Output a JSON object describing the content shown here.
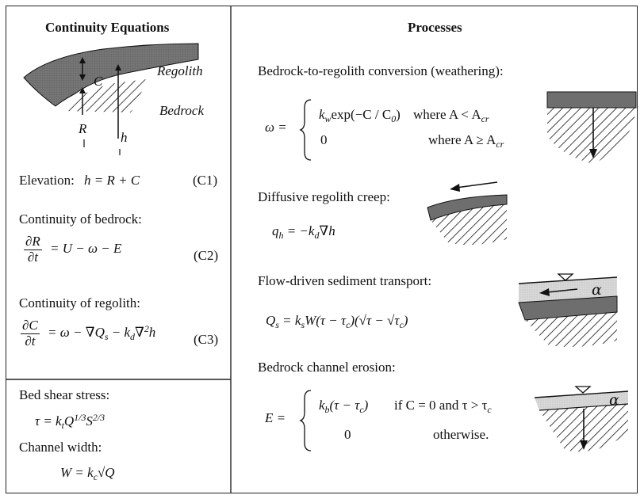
{
  "left_panel": {
    "heading": "Continuity Equations",
    "diagram": {
      "label_regolith": "Regolith",
      "label_bedrock": "Bedrock",
      "label_C": "C",
      "label_R": "R",
      "label_h": "h"
    },
    "elevation": {
      "prefix": "Elevation:",
      "eq": "h = R + C",
      "tag": "(C1)"
    },
    "bedrock": {
      "title": "Continuity of bedrock:",
      "num": "∂R",
      "den": "∂t",
      "rhs": "= U − ω − E",
      "tag": "(C2)"
    },
    "regolith": {
      "title": "Continuity of regolith:",
      "num": "∂C",
      "den": "∂t",
      "rhs": "= ω − ∇Q",
      "rhs_sub": "s",
      "rhs2": " − k",
      "rhs2_sub": "d",
      "rhs3": "∇",
      "rhs3_sup": "2",
      "rhs4": "h",
      "tag": "(C3)"
    }
  },
  "bottom_left": {
    "shear_title": "Bed shear stress:",
    "shear_eq": {
      "a": "τ = k",
      "a_sub": "t",
      "b": "Q",
      "b_sup": "1/3",
      "c": "S",
      "c_sup": "2/3"
    },
    "width_title": "Channel width:",
    "width_eq": {
      "a": "W = k",
      "a_sub": "c",
      "b": "√Q"
    }
  },
  "right_panel": {
    "heading": "Processes",
    "weathering": {
      "title": "Bedrock-to-regolith conversion (weathering):",
      "lhs": "ω =",
      "case1": {
        "a": "k",
        "a_sub": "w",
        "b": "exp(−C / C",
        "b_sub": "0",
        "c": ")",
        "cond": "where  A < A",
        "cond_sub": "cr"
      },
      "case2": {
        "val": "0",
        "cond": "where  A ≥ A",
        "cond_sub": "cr"
      }
    },
    "creep": {
      "title": "Diffusive regolith creep:",
      "a": "q",
      "a_sub": "h",
      "b": " = −k",
      "b_sub": "d",
      "c": "∇h"
    },
    "transport": {
      "title": "Flow-driven sediment transport:",
      "a": "Q",
      "a_sub": "s",
      "b": " = k",
      "b_sub": "s",
      "c": "W(τ − τ",
      "c_sub": "c",
      "d": ")(√τ − √τ",
      "d_sub": "c",
      "e": ")"
    },
    "erosion": {
      "title": "Bedrock channel erosion:",
      "lhs": "E =",
      "case1": {
        "a": "k",
        "a_sub": "b",
        "b": "(τ − τ",
        "b_sub": "c",
        "c": ")",
        "cond": "if C = 0 and τ > τ",
        "cond_sub": "c"
      },
      "case2": {
        "val": "0",
        "cond": "otherwise."
      }
    },
    "alpha_symbol": "α"
  }
}
